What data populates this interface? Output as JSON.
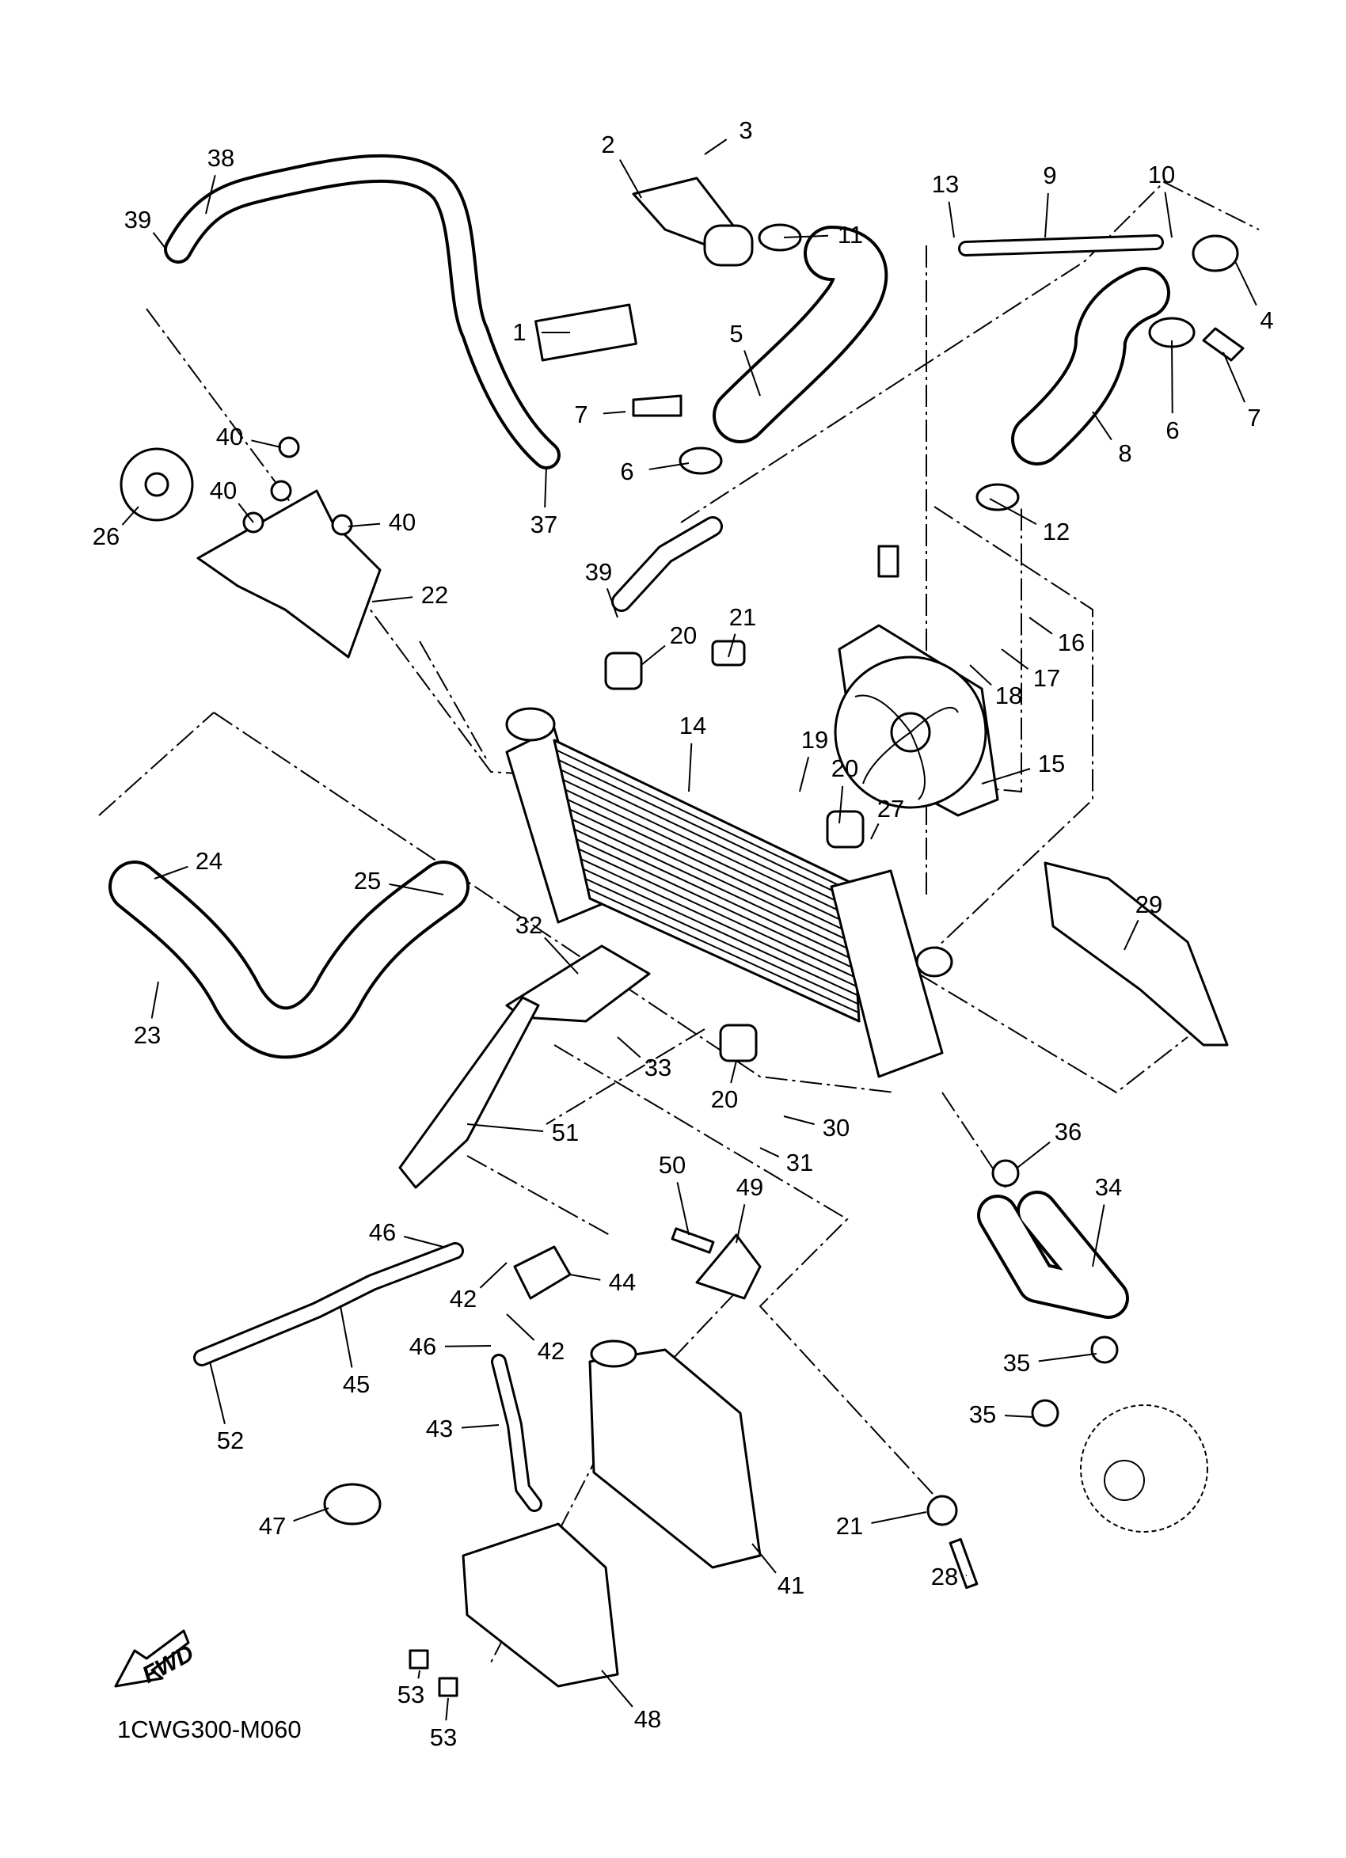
{
  "diagram": {
    "code": "1CWG300-M060",
    "direction_badge": "FWD",
    "callouts": [
      "3",
      "2",
      "38",
      "39",
      "13",
      "9",
      "10",
      "11",
      "1",
      "5",
      "4",
      "7",
      "6",
      "7",
      "6",
      "8",
      "12",
      "40",
      "40",
      "40",
      "26",
      "37",
      "22",
      "39",
      "21",
      "20",
      "16",
      "17",
      "18",
      "14",
      "19",
      "20",
      "15",
      "27",
      "24",
      "25",
      "29",
      "32",
      "23",
      "33",
      "20",
      "30",
      "36",
      "51",
      "31",
      "50",
      "49",
      "34",
      "46",
      "44",
      "42",
      "45",
      "46",
      "42",
      "35",
      "35",
      "52",
      "43",
      "47",
      "21",
      "41",
      "28",
      "53",
      "48",
      "53"
    ]
  }
}
